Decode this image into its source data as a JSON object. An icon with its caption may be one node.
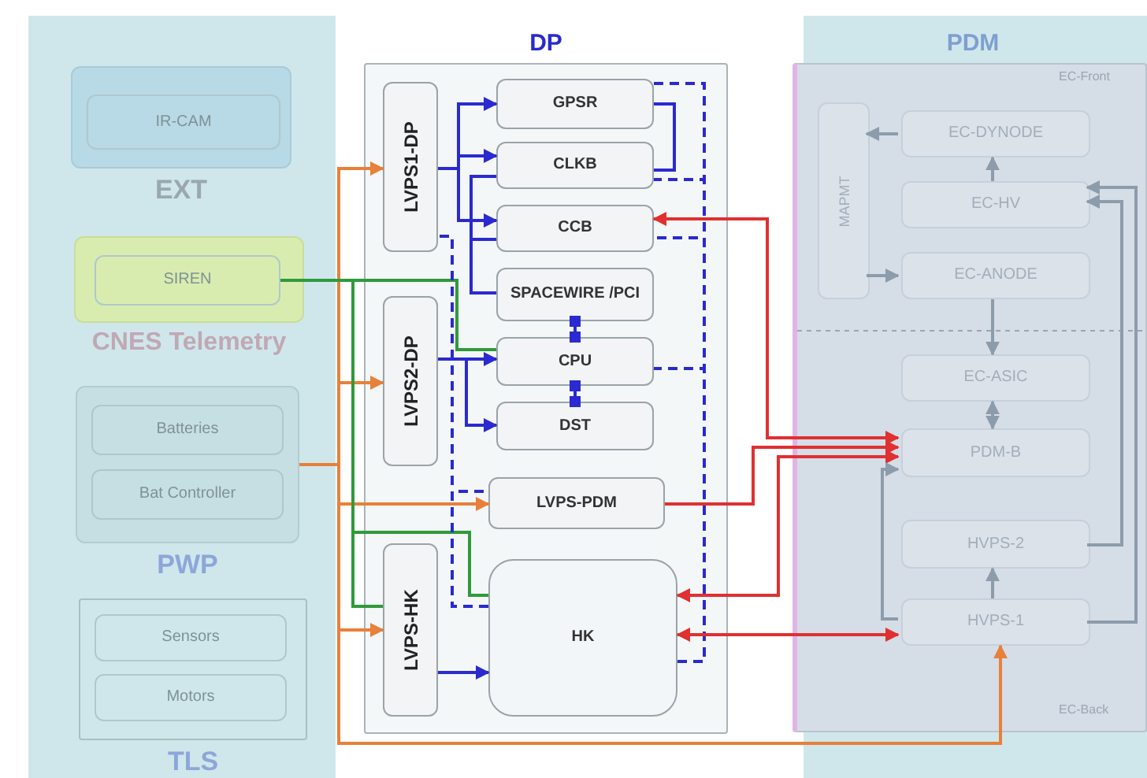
{
  "diagram": {
    "nodes": [
      {
        "text": [
          "EXT"
        ]
      },
      {
        "text": [
          "IR-CAM"
        ],
        "in": 0
      },
      {
        "text": [
          "CNES Telemetry"
        ]
      },
      {
        "text": [
          "SIREN"
        ],
        "in": 2
      },
      {
        "text": [
          "PWP"
        ]
      },
      {
        "text": [
          "Batteries"
        ],
        "in": 4
      },
      {
        "text": [
          "Bat Controller"
        ],
        "in": 4
      },
      {
        "text": [
          "TLS"
        ]
      },
      {
        "text": [
          "Sensors"
        ],
        "in": 7
      },
      {
        "text": [
          "Motors"
        ],
        "in": 7
      },
      {
        "text": [
          "DP"
        ]
      },
      {
        "text": [
          "LVPS1-DP"
        ],
        "in": 10
      },
      {
        "text": [
          "GPSR"
        ],
        "in": 10
      },
      {
        "text": [
          "CLKB"
        ],
        "in": 10
      },
      {
        "text": [
          "CCB"
        ],
        "in": 10
      },
      {
        "text": [
          "SPACEWIRE /PCI"
        ],
        "in": 10
      },
      {
        "text": [
          "LVPS2-DP"
        ],
        "in": 10
      },
      {
        "text": [
          "CPU"
        ],
        "in": 10
      },
      {
        "text": [
          "DST"
        ],
        "in": 10
      },
      {
        "text": [
          "LVPS-PDM"
        ],
        "in": 10
      },
      {
        "text": [
          "LVPS-HK"
        ],
        "in": 10
      },
      {
        "text": [
          "HK"
        ],
        "in": 10
      },
      {
        "text": [
          "PDM"
        ]
      },
      {
        "text": [
          "MAPMT"
        ],
        "in": 22
      },
      {
        "text": [
          "EC-DYNODE"
        ],
        "in": 22
      },
      {
        "text": [
          "EC-HV"
        ],
        "in": 22
      },
      {
        "text": [
          "EC-ANODE"
        ],
        "in": 22
      },
      {
        "text": [
          "EC-ASIC"
        ],
        "in": 22
      },
      {
        "text": [
          "PDM-B"
        ],
        "in": 22
      },
      {
        "text": [
          "HVPS-2"
        ],
        "in": 22
      },
      {
        "text": [
          "HVPS-1"
        ],
        "in": 22
      }
    ],
    "edges": [
      {
        "from": 4,
        "to": 11,
        "arrow": "to",
        "color": "#e8803a"
      },
      {
        "from": 4,
        "to": 16,
        "arrow": "to",
        "color": "#e8803a"
      },
      {
        "from": 4,
        "to": 19,
        "arrow": "to",
        "color": "#e8803a"
      },
      {
        "from": 4,
        "to": 20,
        "arrow": "to",
        "color": "#e8803a"
      },
      {
        "from": 4,
        "to": 30,
        "arrow": "to",
        "color": "#e8803a"
      },
      {
        "from": 3,
        "to": 17,
        "arrow": "none",
        "color": "#2f9a3a"
      },
      {
        "from": 3,
        "to": 20,
        "arrow": "none",
        "color": "#2f9a3a"
      },
      {
        "from": 3,
        "to": 21,
        "arrow": "none",
        "color": "#2f9a3a"
      },
      {
        "from": 11,
        "to": 12,
        "arrow": "to"
      },
      {
        "from": 11,
        "to": 13,
        "arrow": "to"
      },
      {
        "from": 11,
        "to": 14,
        "arrow": "to"
      },
      {
        "from": 13,
        "to": 14,
        "arrow": "none"
      },
      {
        "from": 13,
        "to": 15,
        "arrow": "none"
      },
      {
        "from": 12,
        "to": 13,
        "arrow": "none"
      },
      {
        "from": 15,
        "to": 17,
        "arrow": "other"
      },
      {
        "from": 17,
        "to": 18,
        "arrow": "other"
      },
      {
        "from": 16,
        "to": 17,
        "arrow": "to"
      },
      {
        "from": 16,
        "to": 18,
        "arrow": "to"
      },
      {
        "from": 20,
        "to": 21,
        "arrow": "to"
      },
      {
        "from": 21,
        "to": 12,
        "arrow": "none",
        "style": "dashed"
      },
      {
        "from": 21,
        "to": 13,
        "arrow": "none",
        "style": "dashed"
      },
      {
        "from": 21,
        "to": 14,
        "arrow": "none",
        "style": "dashed"
      },
      {
        "from": 21,
        "to": 17,
        "arrow": "none",
        "style": "dashed"
      },
      {
        "from": 21,
        "to": 11,
        "arrow": "none",
        "style": "dashed"
      },
      {
        "from": 21,
        "to": 19,
        "arrow": "none",
        "style": "dashed"
      },
      {
        "from": 28,
        "to": 14,
        "arrow": "both",
        "color": "#e03030"
      },
      {
        "from": 19,
        "to": 28,
        "arrow": "to",
        "color": "#e03030"
      },
      {
        "from": 28,
        "to": 21,
        "arrow": "both",
        "color": "#e03030"
      },
      {
        "from": 30,
        "to": 21,
        "arrow": "both",
        "color": "#e03030"
      },
      {
        "from": 24,
        "to": 23,
        "arrow": "to",
        "color": "#8d9cab"
      },
      {
        "from": 23,
        "to": 26,
        "arrow": "to",
        "color": "#8d9cab"
      },
      {
        "from": 25,
        "to": 24,
        "arrow": "to",
        "color": "#8d9cab"
      },
      {
        "from": 26,
        "to": 27,
        "arrow": "to",
        "color": "#8d9cab"
      },
      {
        "from": 27,
        "to": 28,
        "arrow": "both",
        "color": "#8d9cab"
      },
      {
        "from": 30,
        "to": 29,
        "arrow": "to",
        "color": "#8d9cab"
      },
      {
        "from": 29,
        "to": 25,
        "arrow": "to",
        "color": "#8d9cab"
      },
      {
        "from": 30,
        "to": 25,
        "arrow": "to",
        "color": "#8d9cab"
      },
      {
        "from": 30,
        "to": 28,
        "arrow": "to",
        "color": "#8d9cab"
      }
    ],
    "labels": [
      "EC-Front",
      "EC-Back"
    ]
  }
}
